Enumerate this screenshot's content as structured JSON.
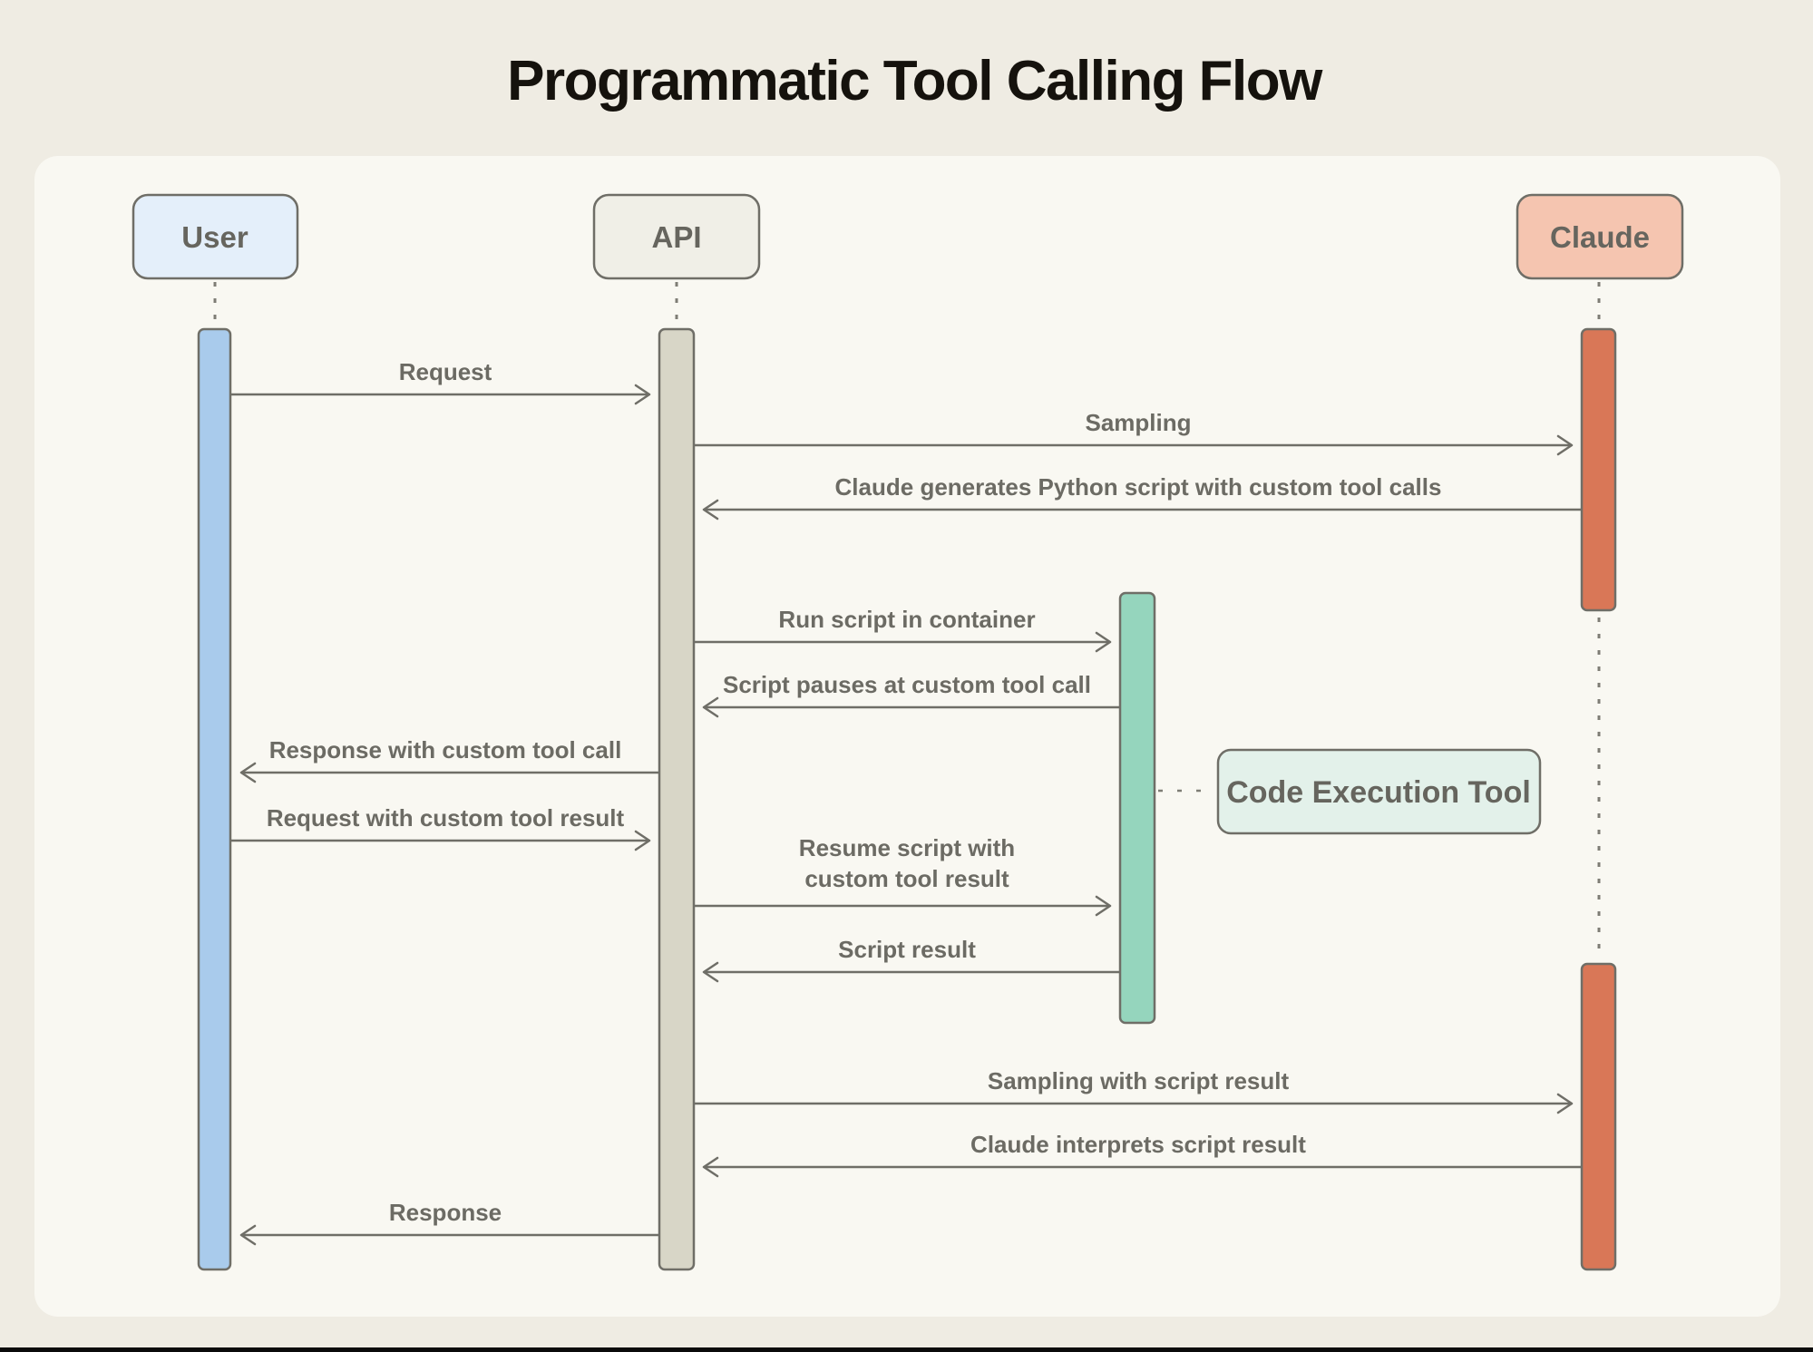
{
  "title": "Programmatic Tool Calling Flow",
  "actors": {
    "user": {
      "label": "User"
    },
    "api": {
      "label": "API"
    },
    "claude": {
      "label": "Claude"
    }
  },
  "code_execution_tool": {
    "label": "Code Execution Tool"
  },
  "messages": [
    {
      "label": "Request",
      "from": "User",
      "to": "API",
      "direction": "right"
    },
    {
      "label": "Sampling",
      "from": "API",
      "to": "Claude",
      "direction": "right"
    },
    {
      "label": "Claude generates Python script with custom tool calls",
      "from": "Claude",
      "to": "API",
      "direction": "left"
    },
    {
      "label": "Run script in container",
      "from": "API",
      "to": "Code Execution",
      "direction": "right"
    },
    {
      "label": "Script pauses at custom tool call",
      "from": "Code Execution",
      "to": "API",
      "direction": "left"
    },
    {
      "label": "Response with custom tool call",
      "from": "API",
      "to": "User",
      "direction": "left"
    },
    {
      "label": "Request with custom tool result",
      "from": "User",
      "to": "API",
      "direction": "right"
    },
    {
      "line1": "Resume script with",
      "line2": "custom tool result",
      "from": "API",
      "to": "Code Execution",
      "direction": "right"
    },
    {
      "label": "Script result",
      "from": "Code Execution",
      "to": "API",
      "direction": "left"
    },
    {
      "label": "Sampling with script result",
      "from": "API",
      "to": "Claude",
      "direction": "right"
    },
    {
      "label": "Claude interprets script result",
      "from": "Claude",
      "to": "API",
      "direction": "left"
    },
    {
      "label": "Response",
      "from": "API",
      "to": "User",
      "direction": "left"
    }
  ],
  "colors": {
    "page_background": "#EFECE3",
    "panel_background": "#F9F8F2",
    "user_box": "#E4EFFA",
    "user_bar": "#A9CBEC",
    "api_box": "#F0EFE7",
    "api_bar": "#D8D6C7",
    "claude_box": "#F5C5B0",
    "claude_bar": "#D97757",
    "code_bar": "#95D5BD",
    "code_tool_box": "#E3F1EA",
    "line": "#6F6E67",
    "bottom_strip": "#0B0B0B"
  }
}
